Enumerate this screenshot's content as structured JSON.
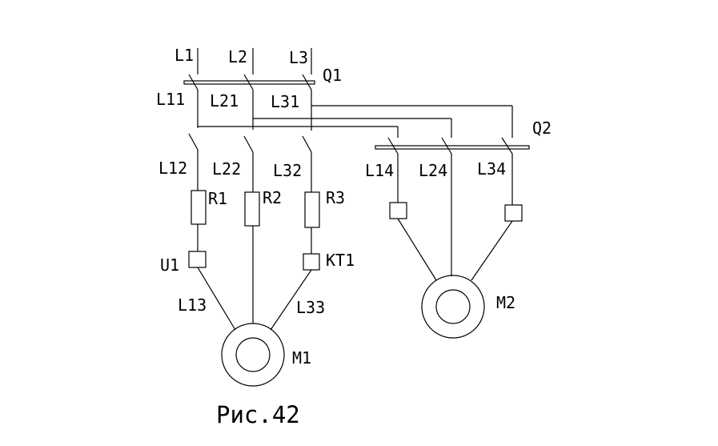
{
  "labels": {
    "l1": "L1",
    "l2": "L2",
    "l3": "L3",
    "q1": "Q1",
    "l11": "L11",
    "l21": "L21",
    "l31": "L31",
    "q2": "Q2",
    "l12": "L12",
    "l22": "L22",
    "l32": "L32",
    "l14": "L14",
    "l24": "L24",
    "l34": "L34",
    "r1": "R1",
    "r2": "R2",
    "r3": "R3",
    "u1": "U1",
    "kt1": "KT1",
    "l13": "L13",
    "l33": "L33",
    "m1": "M1",
    "m2": "M2"
  },
  "caption": "Рис.42"
}
